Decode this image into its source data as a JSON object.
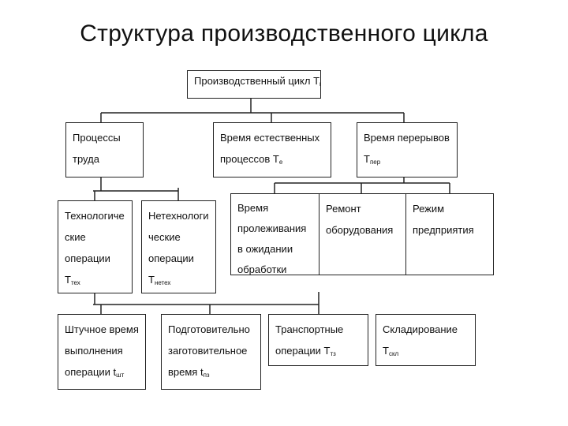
{
  "title": "Структура производственного цикла",
  "root": {
    "text": "Производственный цикл T",
    "sub": "ц"
  },
  "level1": {
    "labor": [
      "Процессы",
      "труда"
    ],
    "natural": {
      "lines": [
        "Время естественных",
        "процессов T"
      ],
      "sub": "е"
    },
    "breaks": {
      "lines": [
        "Время перерывов",
        "T"
      ],
      "sub": "пер"
    }
  },
  "labor_children": {
    "tech": {
      "lines": [
        "Технологиче",
        "ские",
        "операции",
        "T"
      ],
      "sub": "тех"
    },
    "nontech": {
      "lines": [
        "Нетехнологи",
        "ческие",
        "операции",
        "T"
      ],
      "sub": "нетех"
    }
  },
  "break_children": {
    "waiting": [
      "Время",
      "пролеживания",
      "в ожидании",
      "обработки"
    ],
    "repair": [
      "Ремонт",
      "оборудования"
    ],
    "regime": [
      "Режим",
      "предприятия"
    ]
  },
  "bottom": {
    "piece": {
      "lines": [
        "Штучное время",
        "выполнения",
        "операции t"
      ],
      "sub": "шт"
    },
    "prep": {
      "lines": [
        "Подготовительно",
        "заготовительное",
        "время t"
      ],
      "sub": "пз"
    },
    "transport": {
      "lines": [
        "Транспортные",
        "операции T"
      ],
      "sub": "тз"
    },
    "storage": {
      "lines": [
        "Складирование",
        "T"
      ],
      "sub": "скл"
    }
  }
}
